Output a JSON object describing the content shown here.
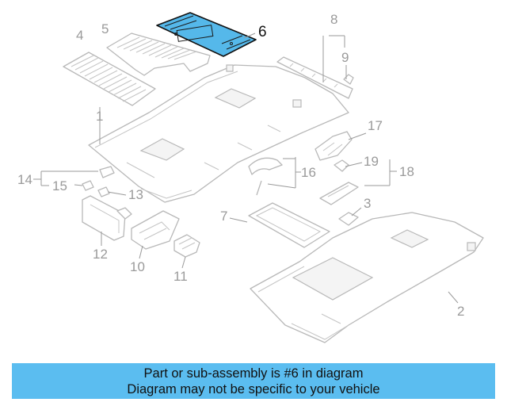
{
  "callouts": {
    "c1": "1",
    "c2": "2",
    "c3": "3",
    "c4": "4",
    "c5": "5",
    "c6": "6",
    "c7": "7",
    "c8": "8",
    "c9": "9",
    "c10": "10",
    "c11": "11",
    "c12": "12",
    "c13": "13",
    "c14": "14",
    "c15": "15",
    "c16": "16",
    "c17": "17",
    "c18": "18",
    "c19": "19"
  },
  "highlighted_part": "6",
  "colors": {
    "highlight_fill": "#55b8ea",
    "banner_background": "#5bbdf0",
    "part_outline": "#b8b8b8",
    "callout_text": "#9a9a9a"
  },
  "banner": {
    "line1": "Part or sub-assembly is #6 in diagram",
    "line2": "Diagram may not be specific to your vehicle"
  }
}
